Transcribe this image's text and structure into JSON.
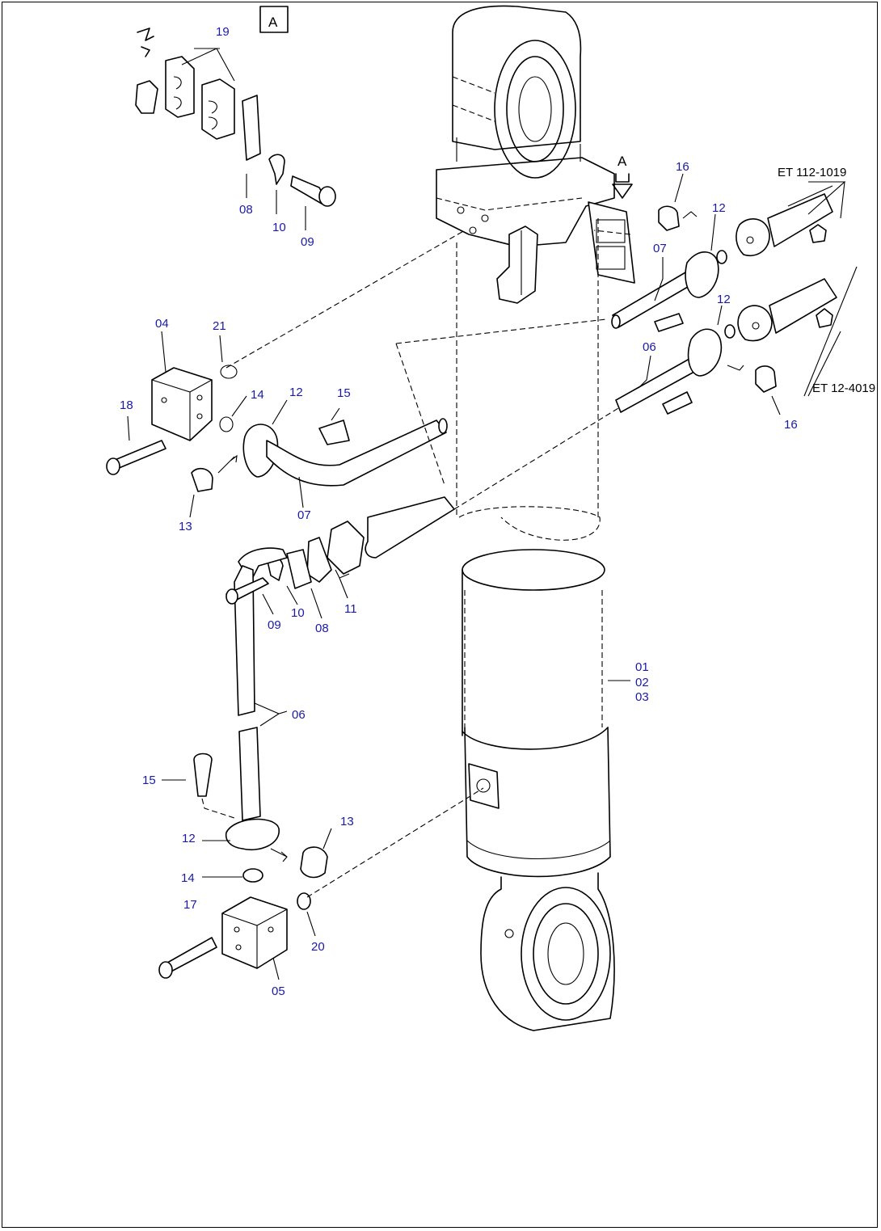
{
  "view_box_label": "A",
  "view_arrow_label": "A",
  "references": {
    "upper": "ET 112-1019",
    "lower": "ET 12-4019"
  },
  "callouts": {
    "c19": "19",
    "c08_top": "08",
    "c10_top": "10",
    "c09_top": "09",
    "c16_top": "16",
    "c12_top1": "12",
    "c07_right": "07",
    "c12_top2": "12",
    "c06_right": "06",
    "c16_bottom": "16",
    "c04": "04",
    "c21": "21",
    "c14_mid": "14",
    "c12_mid": "12",
    "c15_mid": "15",
    "c18": "18",
    "c13_mid": "13",
    "c07_mid": "07",
    "c11": "11",
    "c09_mid": "09",
    "c10_mid": "10",
    "c08_mid": "08",
    "c06_mid": "06",
    "c01": "01",
    "c02": "02",
    "c03": "03",
    "c15_low": "15",
    "c12_low": "12",
    "c13_low": "13",
    "c14_low": "14",
    "c17": "17",
    "c20": "20",
    "c05": "05"
  }
}
